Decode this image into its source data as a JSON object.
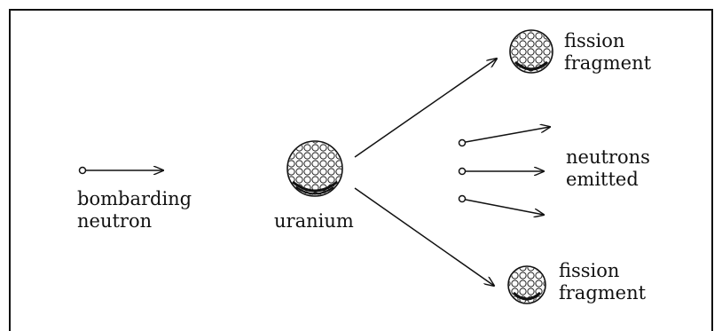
{
  "labels": {
    "bombarding_neutron": "bombarding\nneutron",
    "uranium": "uranium",
    "fission_fragment_top": "fission\nfragment",
    "neutrons_emitted": "neutrons\nemitted",
    "fission_fragment_bottom": "fission\nfragment"
  },
  "colors": {
    "ink": "#111111",
    "paper": "#ffffff"
  }
}
